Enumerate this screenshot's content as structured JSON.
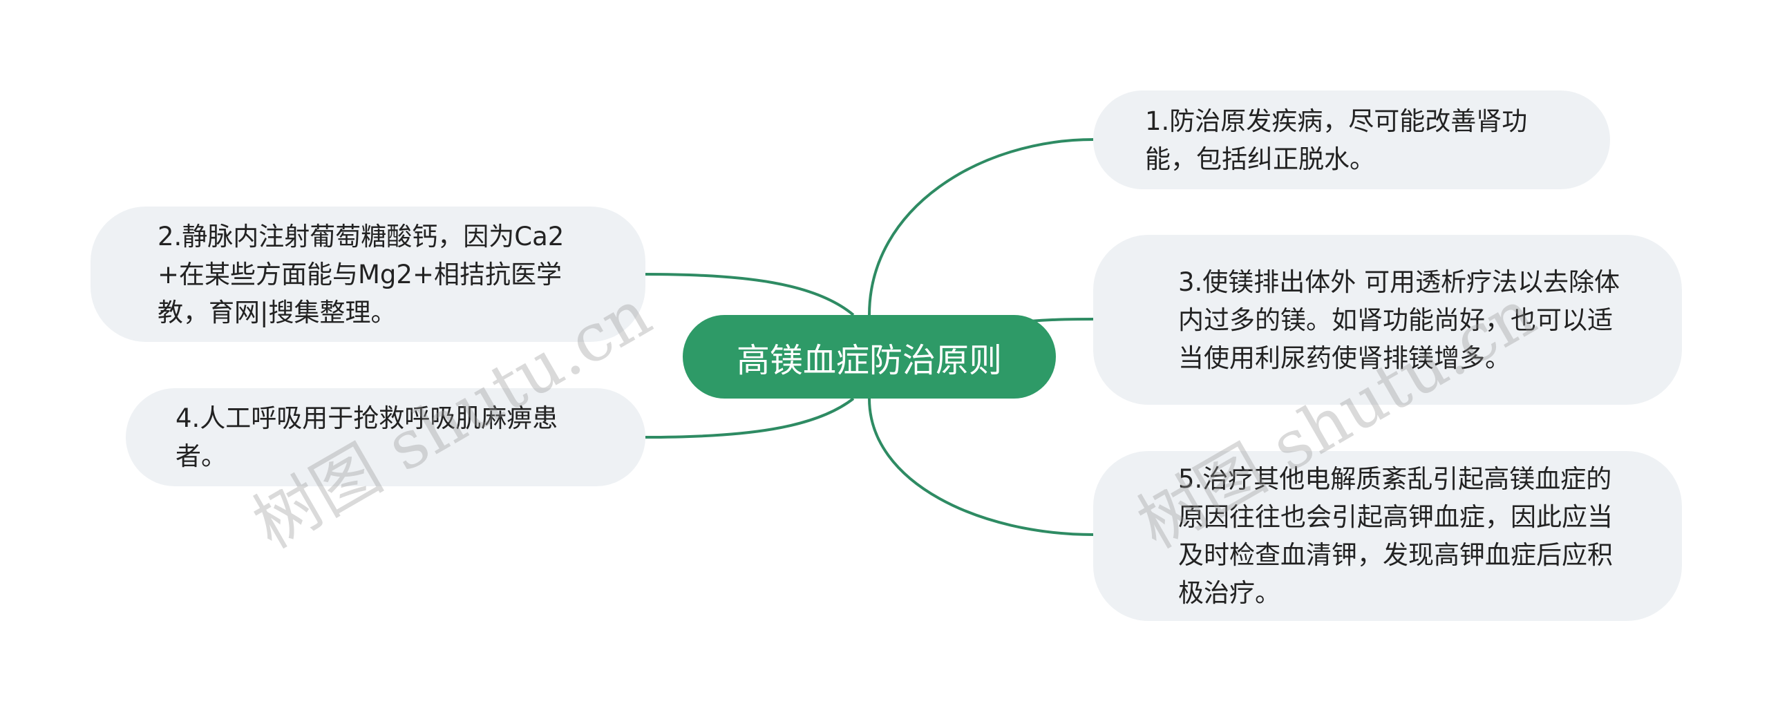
{
  "root": {
    "title": "高镁血症防治原则"
  },
  "branches": {
    "right": [
      {
        "id": 1,
        "text": "1.防治原发疾病，尽可能改善肾功能，包括纠正脱水。"
      },
      {
        "id": 3,
        "text": "3.使镁排出体外 可用透析疗法以去除体内过多的镁。如肾功能尚好，也可以适当使用利尿药使肾排镁增多。"
      },
      {
        "id": 5,
        "text": "5.治疗其他电解质紊乱引起高镁血症的原因往往也会引起高钾血症，因此应当及时检查血清钾，发现高钾血症后应积极治疗。"
      }
    ],
    "left": [
      {
        "id": 2,
        "text": "2.静脉内注射葡萄糖酸钙，因为Ca2+在某些方面能与Mg2+相拮抗医学教，育网|搜集整理。"
      },
      {
        "id": 4,
        "text": "4.人工呼吸用于抢救呼吸肌麻痹患者。"
      }
    ]
  },
  "watermark": {
    "text": "树图 shutu.cn"
  },
  "colors": {
    "root_fill": "#2e9a67",
    "link": "#2e8b63",
    "node_fill": "#eef1f4",
    "text": "#222222"
  }
}
